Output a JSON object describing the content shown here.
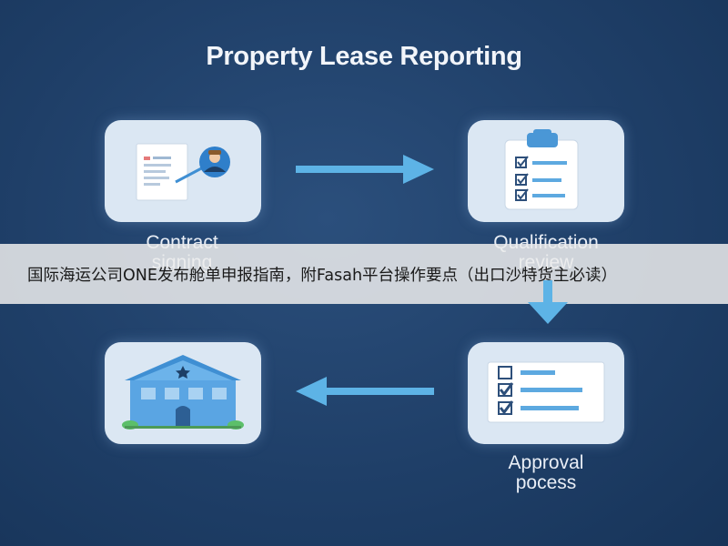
{
  "diagram": {
    "title": "Property Lease Reporting",
    "steps": [
      {
        "label": "Contract\nsigning",
        "icon": "contract-signing-icon"
      },
      {
        "label": "Qualification\nreview",
        "icon": "checklist-clipboard-icon"
      },
      {
        "label": "Approval\npocess",
        "icon": "approval-checklist-icon"
      },
      {
        "label": "",
        "icon": "house-icon"
      }
    ]
  },
  "banner": {
    "text": "国际海运公司ONE发布舱单申报指南，附Fasah平台操作要点（出口沙特货主必读）"
  },
  "colors": {
    "background": "#1f3f68",
    "card": "#dbe7f3",
    "arrow": "#5db3e6",
    "accent": "#3f8fd3"
  }
}
